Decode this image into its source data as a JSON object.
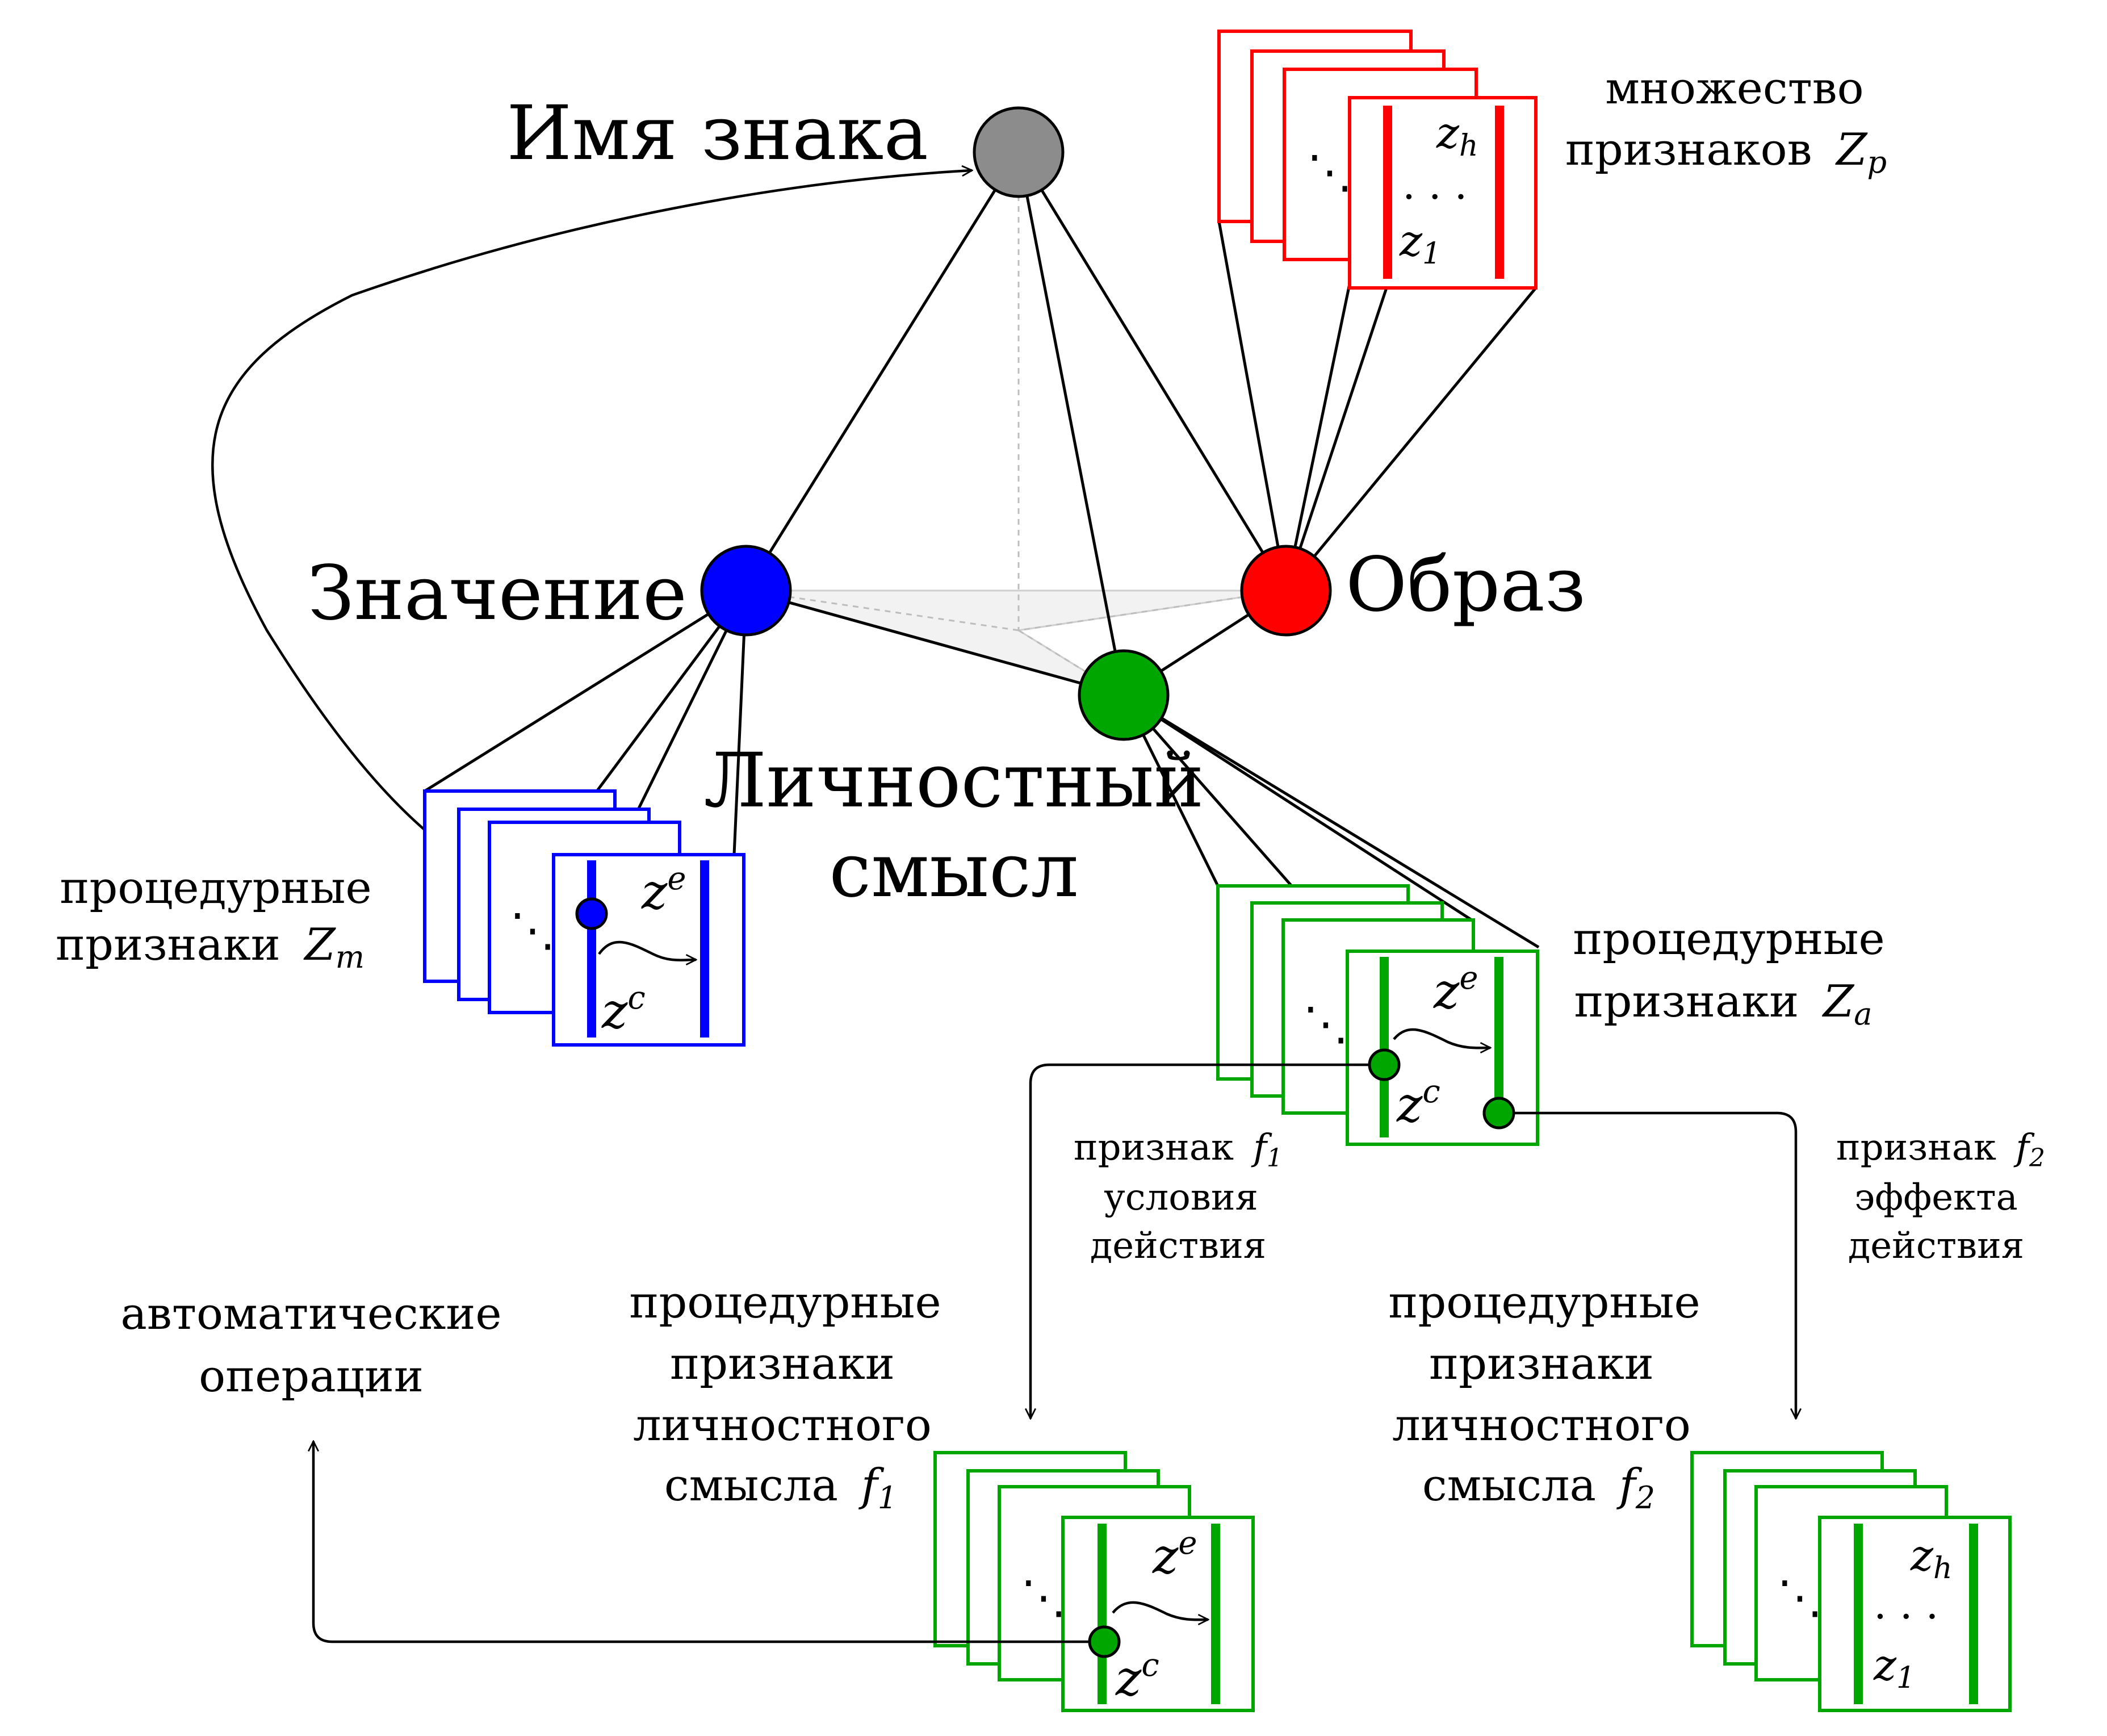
{
  "nodes": {
    "name": {
      "label": "Имя знака",
      "color": "#8c8c8c"
    },
    "meaning": {
      "label": "Значение",
      "color": "#0000ff"
    },
    "image": {
      "label": "Образ",
      "color": "#ff0000"
    },
    "sense": {
      "label_line1": "Личностный",
      "label_line2": "смысл",
      "color": "#00a600"
    }
  },
  "colors": {
    "blue": "#0000ff",
    "red": "#ff0000",
    "green": "#00a600"
  },
  "math": {
    "ze": "z",
    "ze_sup": "e",
    "zc": "z",
    "zc_sup": "c",
    "zh": "z",
    "zh_sub": "h",
    "z1": "z",
    "z1_sub": "1",
    "dots_h": ". . .",
    "dots_d": "⋱"
  },
  "labels": {
    "red_set_l1": "множество",
    "red_set_l2": "признаков",
    "red_set_sym": "Z",
    "red_set_sub": "p",
    "blue_proc_l1": "процедурные",
    "blue_proc_l2": "признаки",
    "blue_proc_sym": "Z",
    "blue_proc_sub": "m",
    "green_proc_l1": "процедурные",
    "green_proc_l2": "признаки",
    "green_proc_sym": "Z",
    "green_proc_sub": "a",
    "f1_l1": "признак",
    "f1_sym": "f",
    "f1_sub": "1",
    "f1_l2": "условия",
    "f1_l3": "действия",
    "f2_l1": "признак",
    "f2_sym": "f",
    "f2_sub": "2",
    "f2_l2": "эффекта",
    "f2_l3": "действия",
    "auto_l1": "автоматические",
    "auto_l2": "операции",
    "pf1_l1": "процедурные",
    "pf1_l2": "признаки",
    "pf1_l3": "личностного",
    "pf1_l4": "смысла",
    "pf1_sym": "f",
    "pf1_sub": "1",
    "pf2_l1": "процедурные",
    "pf2_l2": "признаки",
    "pf2_l3": "личностного",
    "pf2_l4": "смысла",
    "pf2_sym": "f",
    "pf2_sub": "2"
  }
}
